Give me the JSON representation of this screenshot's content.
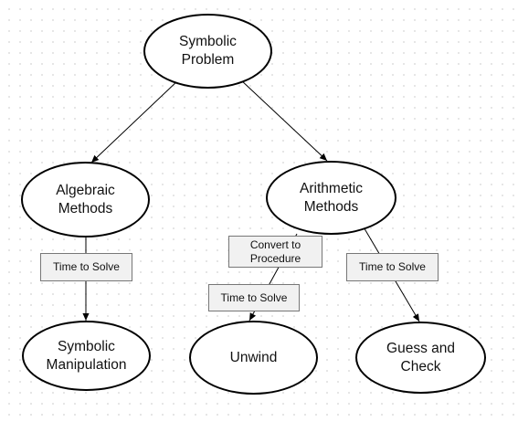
{
  "nodes": {
    "symbolic_problem": "Symbolic\nProblem",
    "algebraic_methods": "Algebraic\nMethods",
    "arithmetic_methods": "Arithmetic\nMethods",
    "symbolic_manipulation": "Symbolic\nManipulation",
    "unwind": "Unwind",
    "guess_and_check": "Guess and\nCheck"
  },
  "edge_labels": {
    "algebraic_time_to_solve": "Time to Solve",
    "convert_to_procedure": "Convert to\nProcedure",
    "unwind_time_to_solve": "Time to Solve",
    "guess_time_to_solve": "Time to Solve"
  },
  "colors": {
    "stroke": "#000000",
    "node_fill": "#ffffff",
    "label_fill": "#f1f1f1",
    "label_border": "#777777"
  }
}
